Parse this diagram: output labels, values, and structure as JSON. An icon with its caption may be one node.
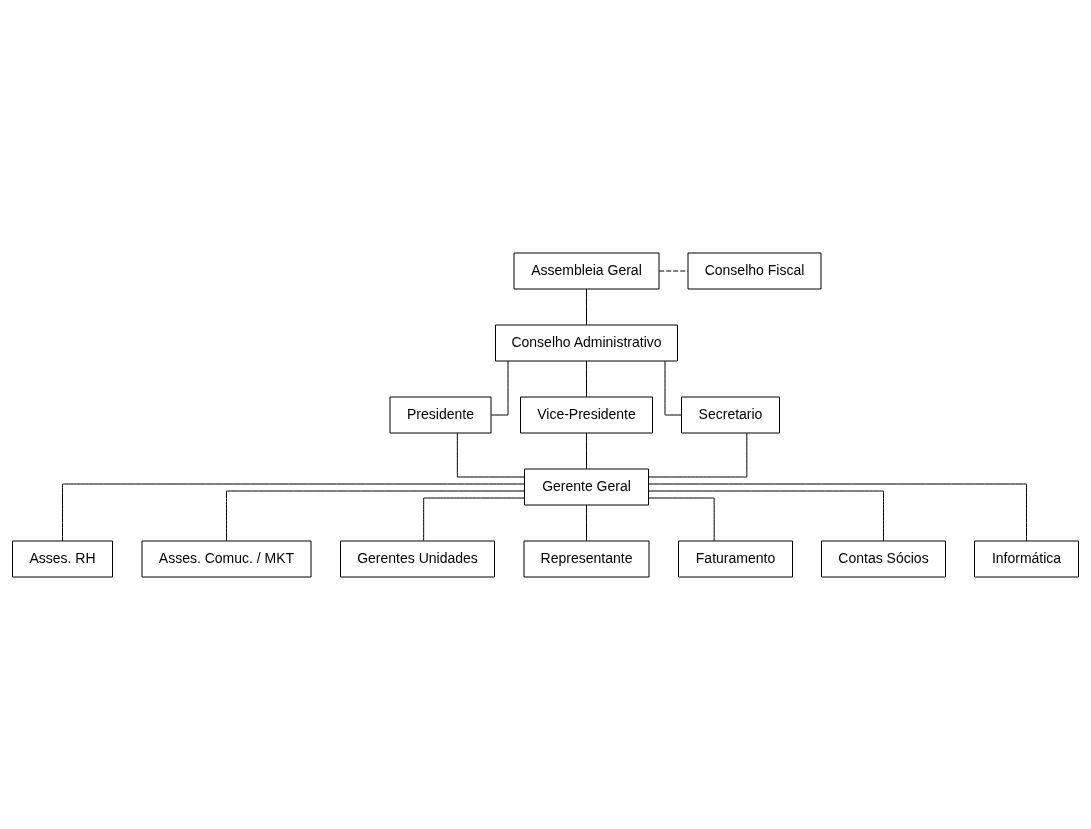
{
  "diagram": {
    "nodes": [
      {
        "text": [
          "Assembleia Geral"
        ]
      },
      {
        "text": [
          "Conselho Fiscal"
        ]
      },
      {
        "text": [
          "Conselho Administrativo"
        ]
      },
      {
        "text": [
          "Presidente"
        ]
      },
      {
        "text": [
          "Vice-Presidente"
        ]
      },
      {
        "text": [
          "Secretario"
        ]
      },
      {
        "text": [
          "Gerente Geral"
        ]
      },
      {
        "text": [
          "Asses. RH"
        ]
      },
      {
        "text": [
          "Asses. Comuc. / MKT"
        ]
      },
      {
        "text": [
          "Gerentes Unidades"
        ]
      },
      {
        "text": [
          "Representante"
        ]
      },
      {
        "text": [
          "Faturamento"
        ]
      },
      {
        "text": [
          "Contas Sócios"
        ]
      },
      {
        "text": [
          "Informática"
        ]
      }
    ],
    "edges": [
      {
        "from": 0,
        "to": 2,
        "arrow": "none"
      },
      {
        "from": 0,
        "to": 1,
        "arrow": "none",
        "style": "dashed"
      },
      {
        "from": 2,
        "to": 3,
        "arrow": "none"
      },
      {
        "from": 2,
        "to": 4,
        "arrow": "none"
      },
      {
        "from": 2,
        "to": 5,
        "arrow": "none"
      },
      {
        "from": 3,
        "to": 6,
        "arrow": "none"
      },
      {
        "from": 4,
        "to": 6,
        "arrow": "none"
      },
      {
        "from": 5,
        "to": 6,
        "arrow": "none"
      },
      {
        "from": 6,
        "to": 7,
        "arrow": "none"
      },
      {
        "from": 6,
        "to": 8,
        "arrow": "none"
      },
      {
        "from": 6,
        "to": 9,
        "arrow": "none"
      },
      {
        "from": 6,
        "to": 10,
        "arrow": "none"
      },
      {
        "from": 6,
        "to": 11,
        "arrow": "none"
      },
      {
        "from": 6,
        "to": 12,
        "arrow": "none"
      },
      {
        "from": 6,
        "to": 13,
        "arrow": "none"
      }
    ]
  }
}
